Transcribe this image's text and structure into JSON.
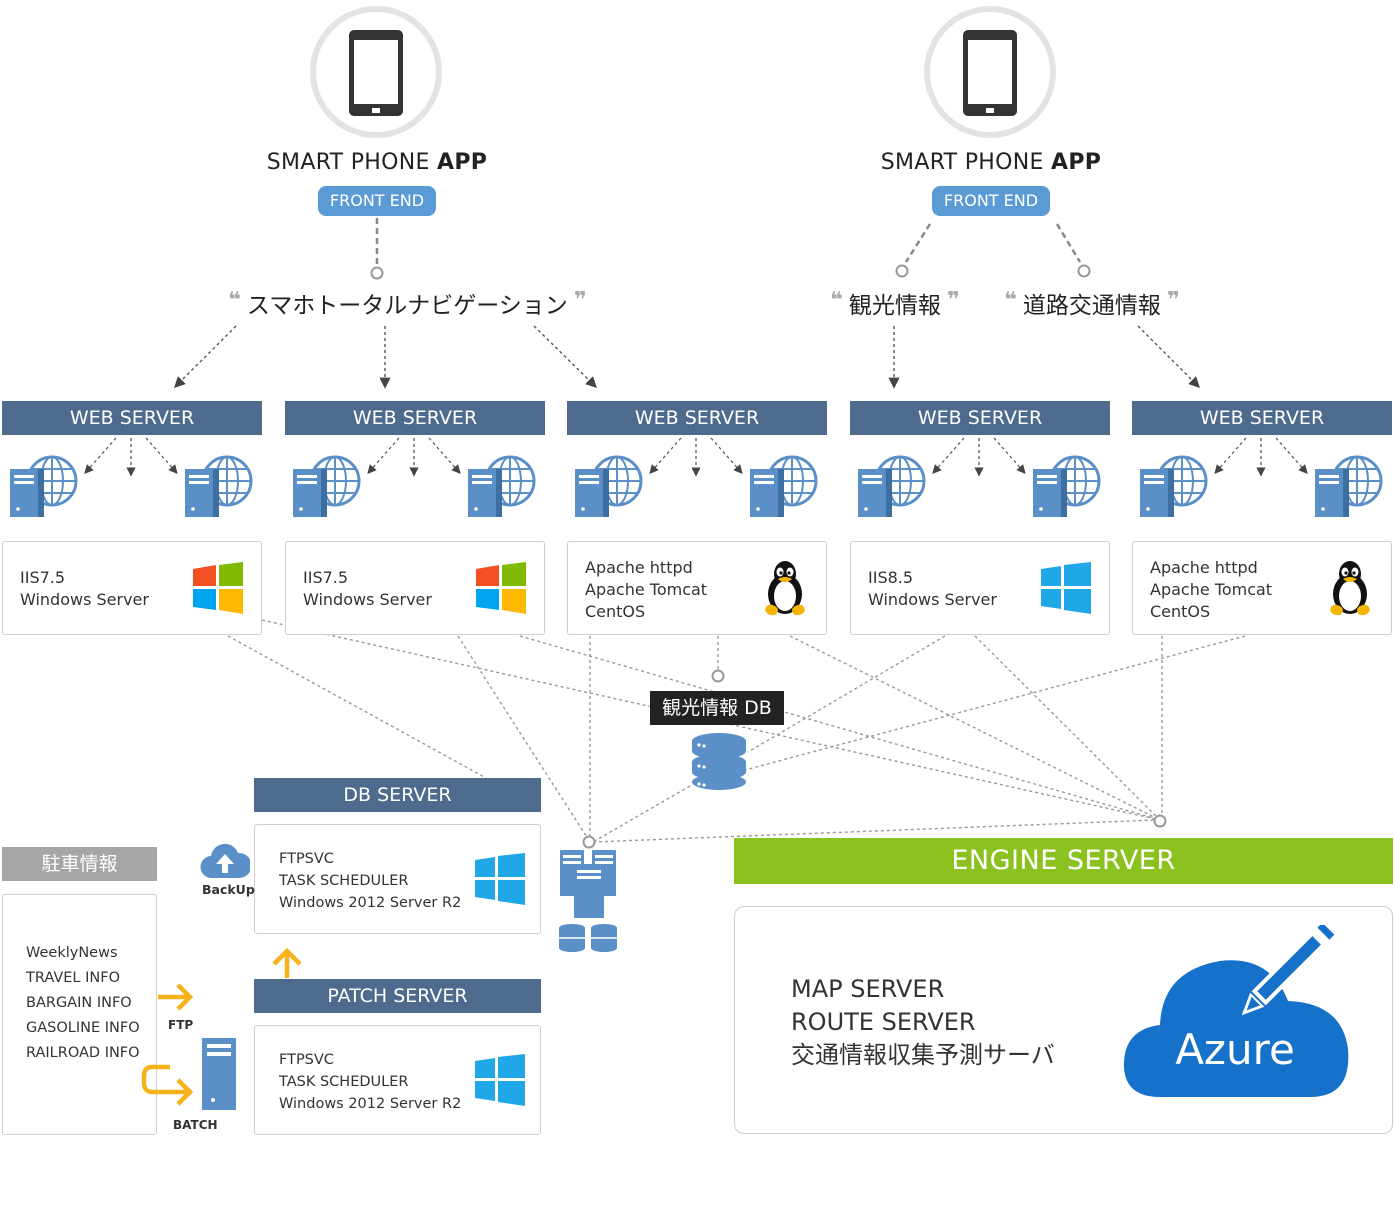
{
  "phones": [
    {
      "title_light": "SMART PHONE ",
      "title_bold": "APP",
      "badge": "FRONT END"
    },
    {
      "title_light": "SMART PHONE ",
      "title_bold": "APP",
      "badge": "FRONT END"
    }
  ],
  "quotes": {
    "navigation": "スマホトータルナビゲーション",
    "tourism": "観光情報",
    "traffic": "道路交通情報",
    "open_mark": "❝",
    "close_mark": "❞"
  },
  "web_servers": [
    {
      "header": "WEB SERVER",
      "lines": [
        "IIS7.5",
        "Windows Server"
      ],
      "os": "windows-color-logo"
    },
    {
      "header": "WEB SERVER",
      "lines": [
        "IIS7.5",
        "Windows Server"
      ],
      "os": "windows-color-logo"
    },
    {
      "header": "WEB SERVER",
      "lines": [
        "Apache httpd",
        "Apache Tomcat",
        "CentOS"
      ],
      "os": "linux-tux-logo"
    },
    {
      "header": "WEB SERVER",
      "lines": [
        "IIS8.5",
        "Windows Server"
      ],
      "os": "windows-blue-logo"
    },
    {
      "header": "WEB SERVER",
      "lines": [
        "Apache httpd",
        "Apache Tomcat",
        "CentOS"
      ],
      "os": "linux-tux-logo"
    }
  ],
  "tourism_db": {
    "label": "観光情報 DB"
  },
  "db_server": {
    "header": "DB SERVER",
    "lines": [
      "FTPSVC",
      "TASK SCHEDULER",
      "Windows 2012 Server R2"
    ]
  },
  "patch_server": {
    "header": "PATCH SERVER",
    "lines": [
      "FTPSVC",
      "TASK SCHEDULER",
      "Windows 2012 Server R2"
    ]
  },
  "backup": {
    "label": "BackUp"
  },
  "parking": {
    "header": "駐車情報",
    "items": [
      "WeeklyNews",
      "TRAVEL INFO",
      "BARGAIN INFO",
      "GASOLINE INFO",
      "RAILROAD INFO"
    ]
  },
  "transfer": {
    "ftp": "FTP",
    "batch": "BATCH"
  },
  "engine": {
    "header": "ENGINE SERVER",
    "lines": [
      "MAP SERVER",
      "ROUTE SERVER",
      "交通情報収集予測サーバ"
    ],
    "azure": "Azure"
  },
  "colors": {
    "header_blue": "#4e6a8d",
    "badge_blue": "#5b9bd5",
    "engine_green": "#8cc21f",
    "arrow_orange": "#f5b21b",
    "parking_gray": "#a6a6a6"
  }
}
